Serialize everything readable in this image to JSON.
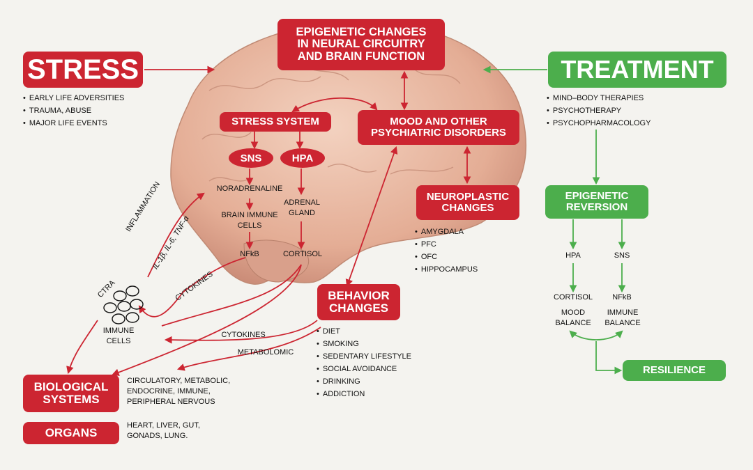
{
  "stress": {
    "title": "STRESS",
    "items": [
      "EARLY LIFE ADVERSITIES",
      "TRAUMA, ABUSE",
      "MAJOR LIFE EVENTS"
    ]
  },
  "treatment": {
    "title": "TREATMENT",
    "items": [
      "MIND–BODY THERAPIES",
      "PSYCHOTHERAPY",
      "PSYCHOPHARMACOLOGY"
    ]
  },
  "epigenetic_changes": "EPIGENETIC CHANGES\nIN NEURAL CIRCUITRY\nAND BRAIN FUNCTION",
  "stress_system": "STRESS SYSTEM",
  "sns": "SNS",
  "hpa": "HPA",
  "mood_disorders": "MOOD AND OTHER\nPSYCHIATRIC DISORDERS",
  "neuroplastic": {
    "title": "NEUROPLASTIC\nCHANGES",
    "items": [
      "AMYGDALA",
      "PFC",
      "OFC",
      "HIPPOCAMPUS"
    ]
  },
  "noradrenaline": "NORADRENALINE",
  "brain_immune_cells": "BRAIN IMMUNE\nCELLS",
  "nfkb": "NFkB",
  "adrenal_gland": "ADRENAL\nGLAND",
  "cortisol": "CORTISOL",
  "inflammation": "INFLAMMATION",
  "interleukins": "IL-1β, IL-6, TNF-α",
  "cytokines_upper": "CYTOKINES",
  "ctra": "CTRA",
  "immune_cells": "IMMUNE\nCELLS",
  "cytokines_lower": "CYTOKINES",
  "metabolomic": "METABOLOMIC",
  "behavior": {
    "title": "BEHAVIOR\nCHANGES",
    "items": [
      "DIET",
      "SMOKING",
      "SEDENTARY LIFESTYLE",
      "SOCIAL AVOIDANCE",
      "DRINKING",
      "ADDICTION"
    ]
  },
  "biological_systems": {
    "title": "BIOLOGICAL\nSYSTEMS",
    "desc": "CIRCULATORY, METABOLIC,\nENDOCRINE, IMMUNE,\nPERIPHERAL NERVOUS"
  },
  "organs": {
    "title": "ORGANS",
    "desc": "HEART, LIVER, GUT,\nGONADS, LUNG."
  },
  "epigenetic_reversion": "EPIGENETIC\nREVERSION",
  "rev_hpa": "HPA",
  "rev_sns": "SNS",
  "rev_cortisol": "CORTISOL",
  "rev_nfkb": "NFkB",
  "mood_balance": "MOOD\nBALANCE",
  "immune_balance": "IMMUNE\nBALANCE",
  "resilience": "RESILIENCE",
  "colors": {
    "red": "#cc2531",
    "green": "#4cae4c",
    "brain": "#e8b9a2",
    "background": "#f4f3ef"
  }
}
